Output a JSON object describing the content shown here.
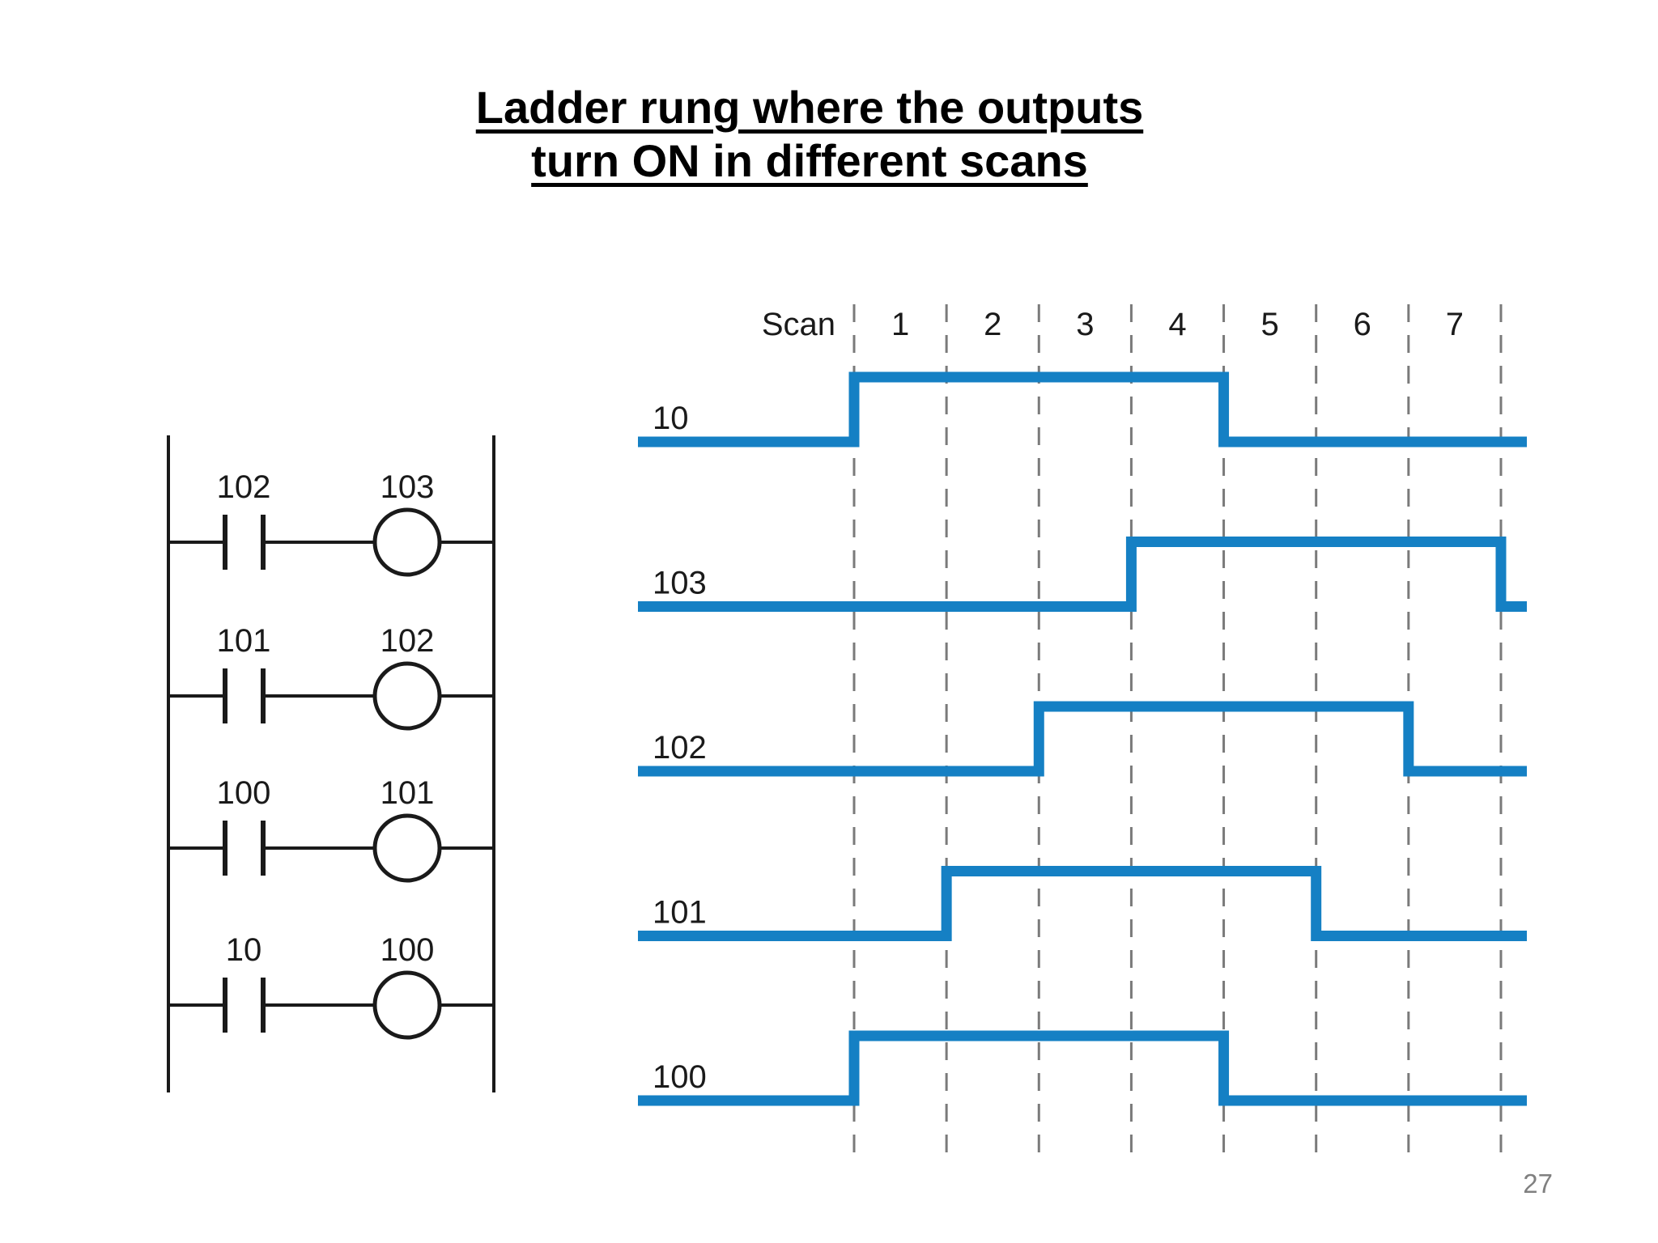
{
  "slide": {
    "title_line1": "Ladder rung where the outputs",
    "title_line2": "turn ON in different scans",
    "page_number": "27"
  },
  "colors": {
    "waveform_blue": "#1580c4",
    "dash_gray": "#7a7a7a",
    "line_black": "#1a1a1a",
    "page_number_gray": "#808080"
  },
  "ladder": {
    "rungs": [
      {
        "contact_label": "102",
        "coil_label": "103"
      },
      {
        "contact_label": "101",
        "coil_label": "102"
      },
      {
        "contact_label": "100",
        "coil_label": "101"
      },
      {
        "contact_label": "10",
        "coil_label": "100"
      }
    ]
  },
  "chart_data": {
    "type": "line",
    "subtype": "digital-timing-diagram",
    "title": "",
    "x_header_label": "Scan",
    "scan_labels": [
      "1",
      "2",
      "3",
      "4",
      "5",
      "6",
      "7"
    ],
    "scan_boundary_count": 8,
    "grid": "dashed-vertical-lines-at-scan-boundaries",
    "legend_position": "none",
    "signals": [
      {
        "name": "10",
        "levels_by_scan": [
          1,
          1,
          1,
          1,
          0,
          0,
          0
        ],
        "rises_at_start_of_scan": 1,
        "falls_at_start_of_scan": 5
      },
      {
        "name": "103",
        "levels_by_scan": [
          0,
          0,
          0,
          1,
          1,
          1,
          1
        ],
        "rises_at_start_of_scan": 4,
        "falls_at_start_of_scan": 8
      },
      {
        "name": "102",
        "levels_by_scan": [
          0,
          0,
          1,
          1,
          1,
          1,
          0
        ],
        "rises_at_start_of_scan": 3,
        "falls_at_start_of_scan": 7
      },
      {
        "name": "101",
        "levels_by_scan": [
          0,
          1,
          1,
          1,
          1,
          0,
          0
        ],
        "rises_at_start_of_scan": 2,
        "falls_at_start_of_scan": 6
      },
      {
        "name": "100",
        "levels_by_scan": [
          1,
          1,
          1,
          1,
          0,
          0,
          0
        ],
        "rises_at_start_of_scan": 1,
        "falls_at_start_of_scan": 5
      }
    ]
  }
}
